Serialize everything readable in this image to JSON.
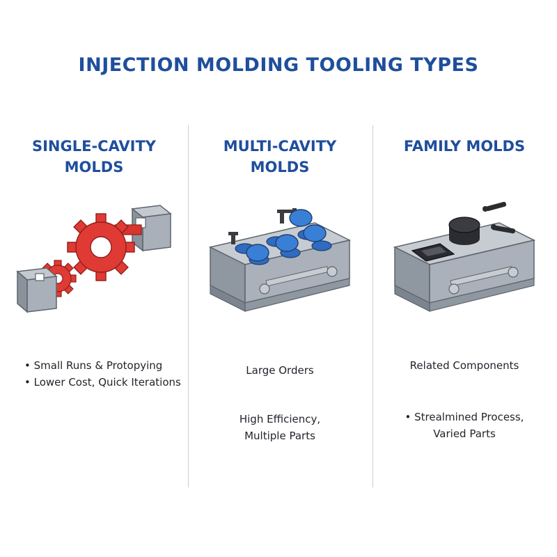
{
  "title": "INJECTION MOLDING TOOLING TYPES",
  "colors": {
    "heading": "#1f4e9c",
    "steel": "#a9b0ba",
    "steel_dark": "#7c848f",
    "gear_red": "#e03a34",
    "cavity_blue": "#3a7fd6",
    "black_part": "#2a2c30"
  },
  "columns": [
    {
      "title_line1": "SINGLE-CAVITY",
      "title_line2": "MOLDS",
      "illustration": "single-cavity-gear-mold",
      "bullets": [
        "• Small Runs & Protopying",
        "• Lower Cost, Quick Iterations"
      ]
    },
    {
      "title_line1": "MULTI-CAVITY",
      "title_line2": "MOLDS",
      "illustration": "multi-cavity-mold-block",
      "bullets": [
        "Large Orders",
        "High Efficiency,",
        "Multiple Parts"
      ]
    },
    {
      "title_line1": "FAMILY MOLDS",
      "title_line2": "",
      "illustration": "family-mold-block",
      "bullets": [
        "Related Components",
        "• Strealmined Process,",
        "Varied Parts"
      ]
    }
  ]
}
